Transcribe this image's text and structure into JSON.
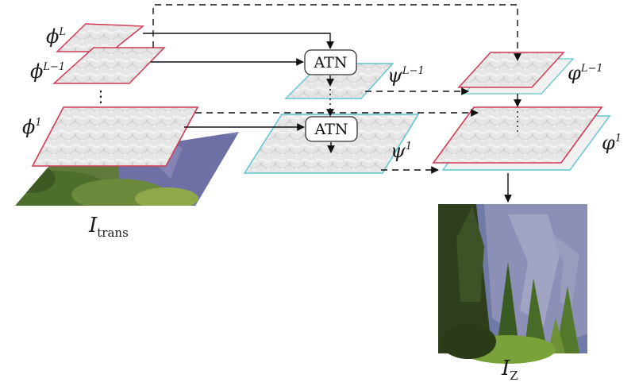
{
  "diagram": {
    "colors": {
      "red_border": "#d23a55",
      "cyan_border": "#5fc6cf",
      "arrow": "#111111",
      "feature_fill": "#e9e9e9"
    },
    "attention_blocks": [
      {
        "id": "atn-top",
        "label": "ATN"
      },
      {
        "id": "atn-bottom",
        "label": "ATN"
      }
    ],
    "labels": {
      "phi_L": {
        "base": "ϕ",
        "sup": "L"
      },
      "phi_L_minus_1": {
        "base": "ϕ",
        "sup": "L−1"
      },
      "phi_1": {
        "base": "ϕ",
        "sup": "1"
      },
      "psi_L_minus_1": {
        "base": "ψ",
        "sup": "L−1"
      },
      "psi_1": {
        "base": "ψ",
        "sup": "1"
      },
      "varphi_L_minus_1": {
        "base": "φ",
        "sup": "L−1"
      },
      "varphi_1": {
        "base": "φ",
        "sup": "1"
      },
      "I_trans": {
        "base": "I",
        "sub": "trans"
      },
      "I_Z": {
        "base": "I",
        "sub": "Z"
      }
    },
    "ellipsis": "⋮",
    "icons": {
      "input_image": "landscape-photo-icon",
      "output_image": "forest-cliff-photo-icon"
    }
  }
}
